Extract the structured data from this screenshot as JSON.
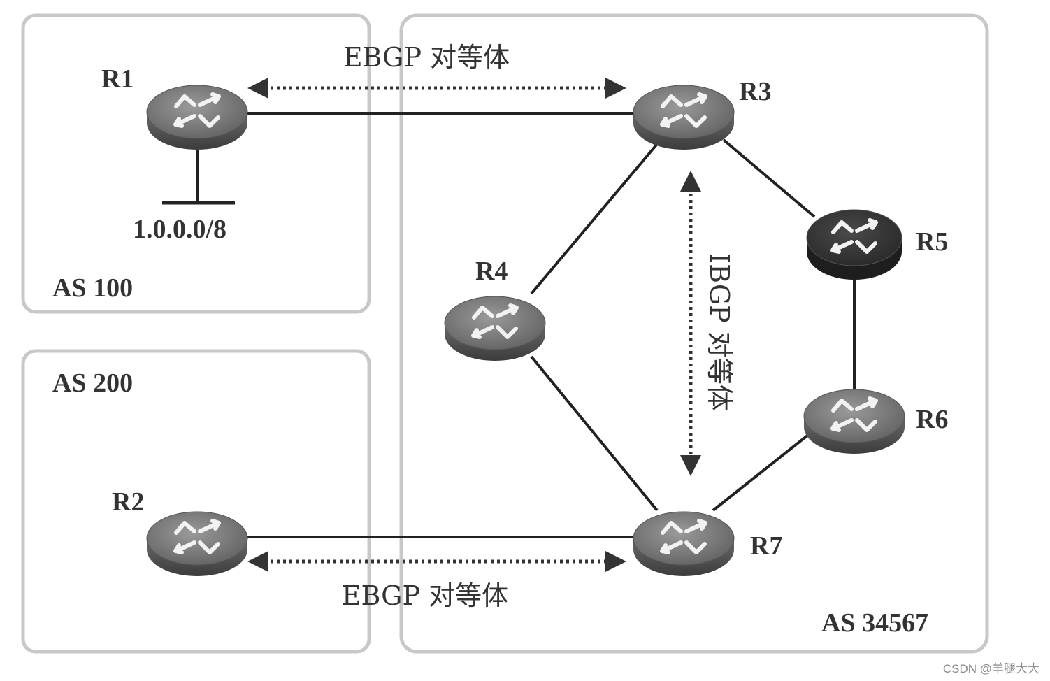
{
  "diagram": {
    "as_boxes": [
      {
        "id": "as100",
        "label": "AS 100"
      },
      {
        "id": "as200",
        "label": "AS 200"
      },
      {
        "id": "as34567",
        "label": "AS 34567"
      }
    ],
    "routers": [
      {
        "id": "R1",
        "label": "R1",
        "style": "gray"
      },
      {
        "id": "R2",
        "label": "R2",
        "style": "gray"
      },
      {
        "id": "R3",
        "label": "R3",
        "style": "gray"
      },
      {
        "id": "R4",
        "label": "R4",
        "style": "gray"
      },
      {
        "id": "R5",
        "label": "R5",
        "style": "dark"
      },
      {
        "id": "R6",
        "label": "R6",
        "style": "gray"
      },
      {
        "id": "R7",
        "label": "R7",
        "style": "gray"
      }
    ],
    "network": {
      "label": "1.0.0.0/8",
      "attached_to": "R1"
    },
    "links": [
      [
        "R1",
        "R3"
      ],
      [
        "R2",
        "R7"
      ],
      [
        "R3",
        "R4"
      ],
      [
        "R3",
        "R5"
      ],
      [
        "R5",
        "R6"
      ],
      [
        "R6",
        "R7"
      ],
      [
        "R4",
        "R7"
      ]
    ],
    "peerings": [
      {
        "type": "EBGP",
        "label": "EBGP 对等体",
        "between": [
          "R1",
          "R3"
        ]
      },
      {
        "type": "EBGP",
        "label": "EBGP 对等体",
        "between": [
          "R2",
          "R7"
        ]
      },
      {
        "type": "IBGP",
        "label": "IBGP 对等体",
        "between": [
          "R3",
          "R7"
        ]
      }
    ]
  },
  "watermark": "CSDN @羊腿大大"
}
